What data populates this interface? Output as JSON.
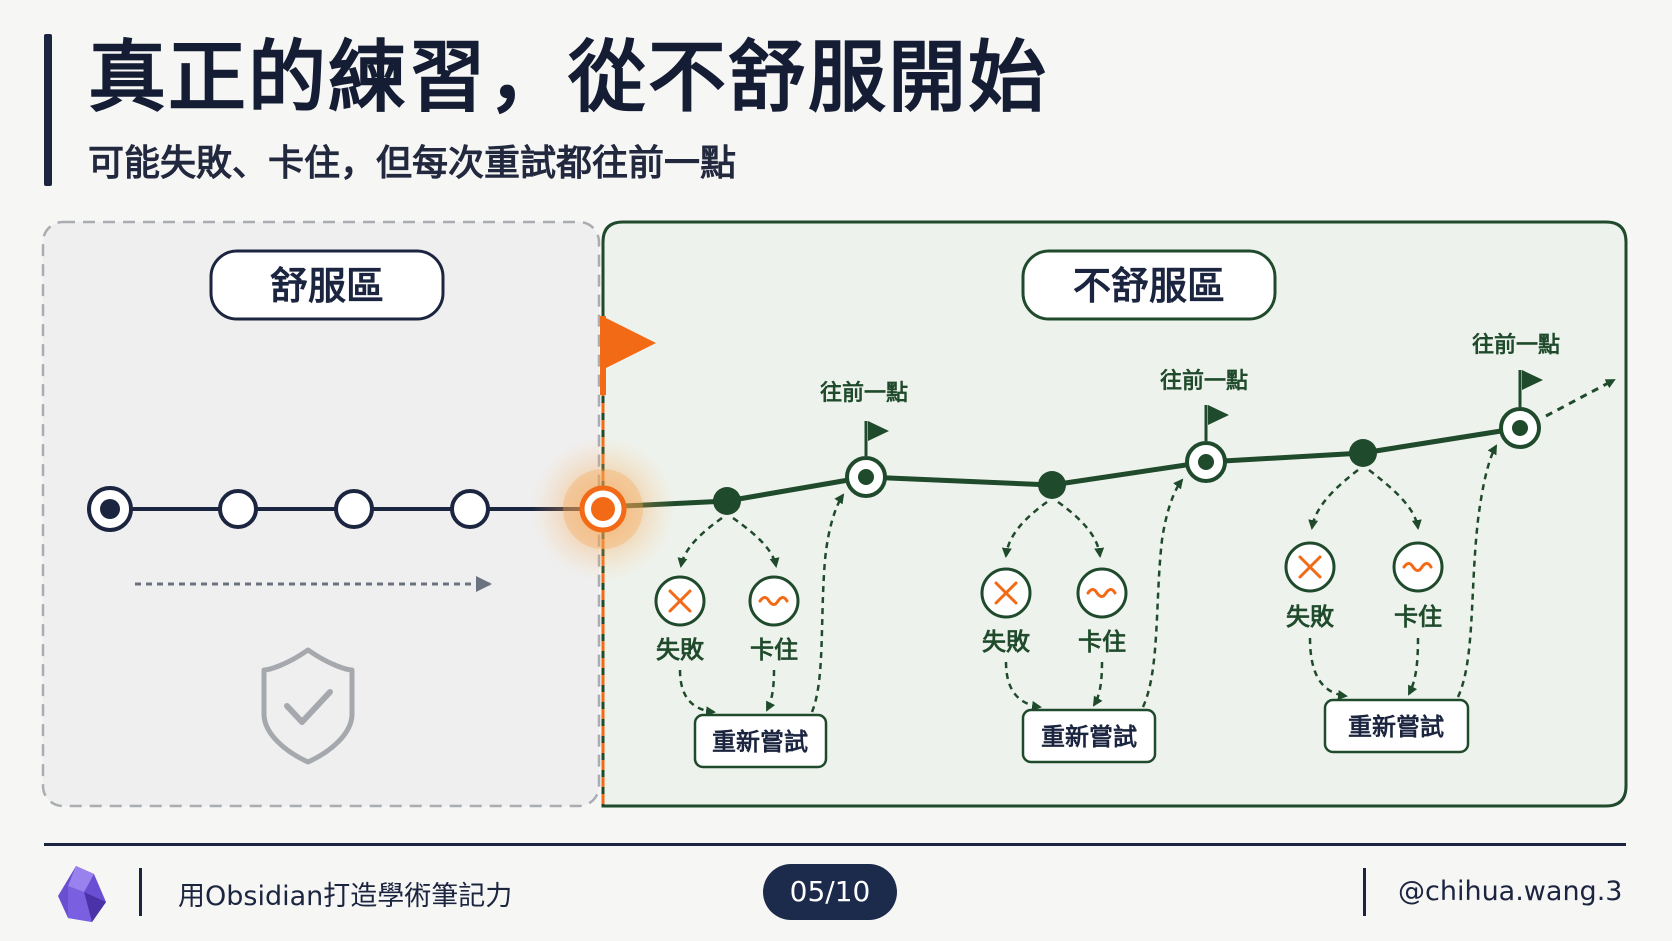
{
  "header": {
    "title": "真正的練習，從不舒服開始",
    "subtitle": "可能失敗、卡住，但每次重試都往前一點"
  },
  "comfort_zone": {
    "label": "舒服區",
    "icon": "shield-check-icon"
  },
  "discomfort_zone": {
    "label": "不舒服區",
    "cycles": [
      {
        "fail_label": "失敗",
        "stuck_label": "卡住",
        "retry_label": "重新嘗試",
        "progress_label": "往前一點"
      },
      {
        "fail_label": "失敗",
        "stuck_label": "卡住",
        "retry_label": "重新嘗試",
        "progress_label": "往前一點"
      },
      {
        "fail_label": "失敗",
        "stuck_label": "卡住",
        "retry_label": "重新嘗試",
        "progress_label": "往前一點"
      }
    ]
  },
  "footer": {
    "logo_icon": "obsidian-gem-icon",
    "course": "用Obsidian打造學術筆記力",
    "page": "05/10",
    "handle": "@chihua.wang.3"
  },
  "colors": {
    "navy": "#1c2540",
    "green": "#1f4a2b",
    "orange": "#f26a16",
    "comfort_bg": "#efefef",
    "discomfort_bg": "#eef2ec"
  }
}
